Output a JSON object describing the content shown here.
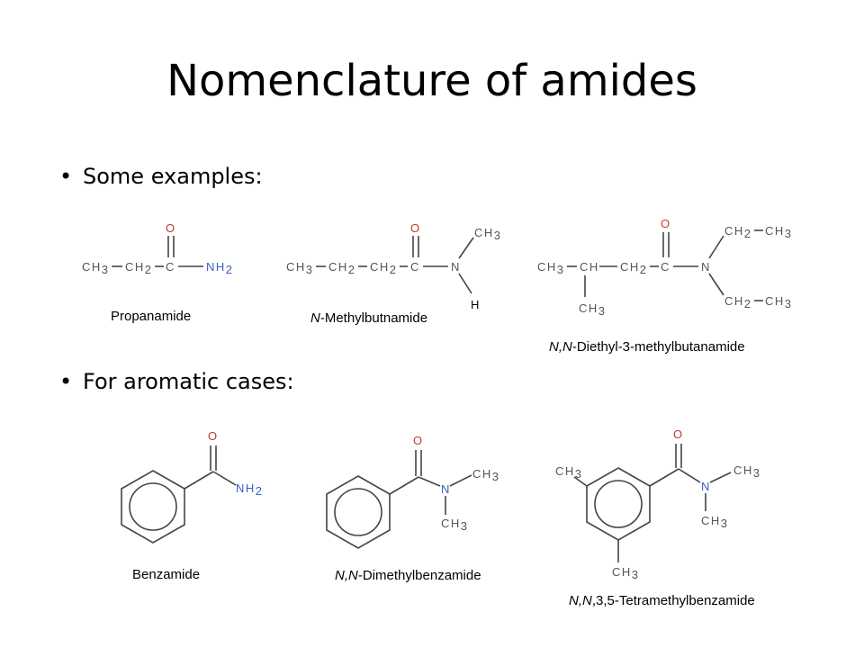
{
  "slide": {
    "title": "Nomenclature of amides",
    "bullets": [
      "Some examples:",
      "For aromatic cases:"
    ],
    "bullet_glyph": "•"
  },
  "molecules": {
    "propanamide": {
      "name": "Propanamide"
    },
    "n_methylbutnamide": {
      "name_italic": "N",
      "name_rest": "-Methylbutnamide"
    },
    "nn_diethyl": {
      "name_italic": "N,N",
      "name_rest": "-Diethyl-3-methylbutanamide"
    },
    "benzamide": {
      "name": "Benzamide"
    },
    "nn_dimethylbenzamide": {
      "name_italic": "N,N",
      "name_rest": "-Dimethylbenzamide"
    },
    "tetramethylbenzamide": {
      "name_italic": "N,N",
      "name_rest": ",3,5-Tetramethylbenzamide"
    }
  },
  "atoms": {
    "O": "O",
    "N": "N",
    "C": "C",
    "H": "H",
    "CH3": "CH",
    "CH2": "CH",
    "CH": "CH",
    "NH": "NH",
    "sub3": "3",
    "sub2": "2"
  }
}
